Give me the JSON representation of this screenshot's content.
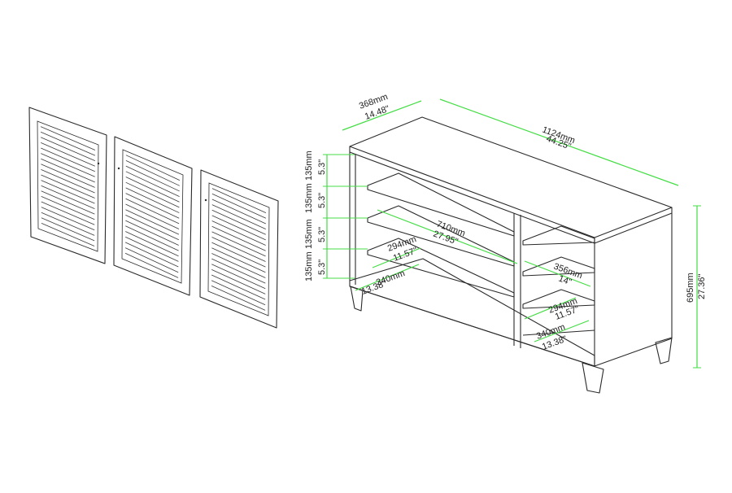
{
  "colors": {
    "line": "#2a2a2a",
    "dimension": "#44dd44",
    "background": "#ffffff"
  },
  "dimensions": {
    "depth": {
      "mm": "368mm",
      "inch": "14.48\""
    },
    "width": {
      "mm": "1124mm",
      "inch": "44.25\""
    },
    "height": {
      "mm": "695mm",
      "inch": "27.36\""
    },
    "shelf_gap_1": {
      "mm": "135mm",
      "inch": "5.3\""
    },
    "shelf_gap_2": {
      "mm": "135mm",
      "inch": "5.3\""
    },
    "shelf_gap_3": {
      "mm": "135mm",
      "inch": "5.3\""
    },
    "shelf_gap_4": {
      "mm": "135mm",
      "inch": "5.3\""
    },
    "left_shelf_width": {
      "mm": "710mm",
      "inch": "27.95\""
    },
    "left_shelf_depth": {
      "mm": "294mm",
      "inch": "11.57\""
    },
    "left_bottom_depth": {
      "mm": "340mm",
      "inch": "13.38\""
    },
    "right_shelf_width": {
      "mm": "356mm",
      "inch": "14\""
    },
    "right_shelf_depth": {
      "mm": "294mm",
      "inch": "11.57\""
    },
    "right_bottom_depth": {
      "mm": "340mm",
      "inch": "13.38\""
    }
  }
}
